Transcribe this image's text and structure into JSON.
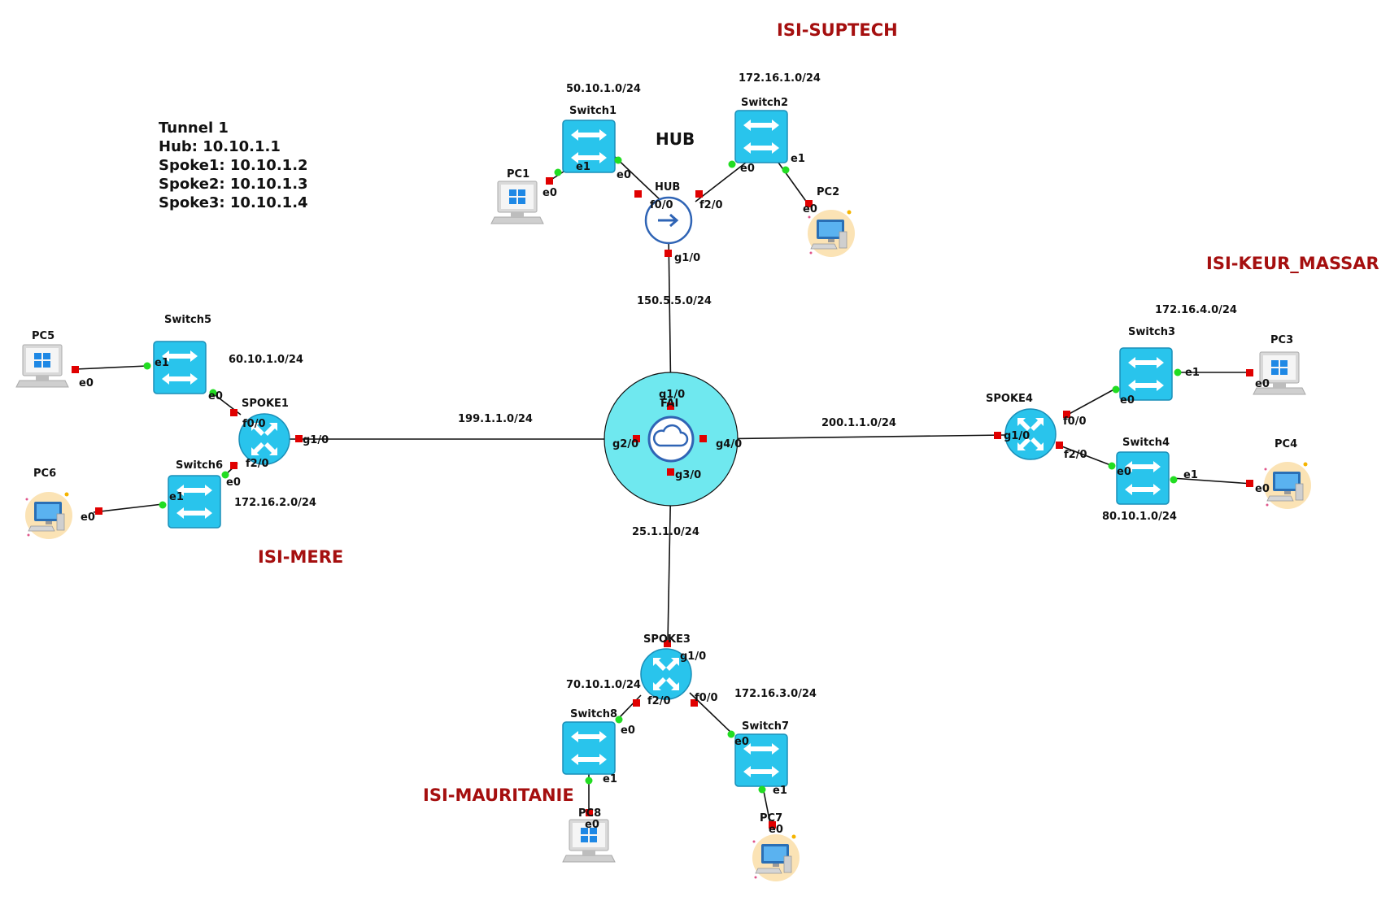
{
  "sites": {
    "suptech": "ISI-SUPTECH",
    "keur_massar": "ISI-KEUR_MASSAR",
    "mere": "ISI-MERE",
    "mauritanie": "ISI-MAURITANIE"
  },
  "hub_title": "HUB",
  "tunnel": {
    "title": "Tunnel 1",
    "hub": "Hub: 10.10.1.1",
    "spoke1": "Spoke1: 10.10.1.2",
    "spoke2": "Spoke2: 10.10.1.3",
    "spoke3": "Spoke3: 10.10.1.4"
  },
  "devices": {
    "hub": "HUB",
    "fai": "FAI",
    "spoke1": "SPOKE1",
    "spoke3": "SPOKE3",
    "spoke4": "SPOKE4",
    "switch1": "Switch1",
    "switch2": "Switch2",
    "switch3": "Switch3",
    "switch4": "Switch4",
    "switch5": "Switch5",
    "switch6": "Switch6",
    "switch7": "Switch7",
    "switch8": "Switch8",
    "pc1": "PC1",
    "pc2": "PC2",
    "pc3": "PC3",
    "pc4": "PC4",
    "pc5": "PC5",
    "pc6": "PC6",
    "pc7": "PC7",
    "pc8": "PC8"
  },
  "networks": {
    "n50": "50.10.1.0/24",
    "n172_1": "172.16.1.0/24",
    "n150": "150.5.5.0/24",
    "n172_4": "172.16.4.0/24",
    "n60": "60.10.1.0/24",
    "n199": "199.1.1.0/24",
    "n200": "200.1.1.0/24",
    "n172_2": "172.16.2.0/24",
    "n80": "80.10.1.0/24",
    "n25": "25.1.1.0/24",
    "n70": "70.10.1.0/24",
    "n172_3": "172.16.3.0/24"
  },
  "ports": {
    "pc1_e0": "e0",
    "sw1_e1": "e1",
    "sw1_e0": "e0",
    "hub_f00": "f0/0",
    "hub_f20": "f2/0",
    "hub_g10": "g1/0",
    "sw2_e0": "e0",
    "sw2_e1": "e1",
    "pc2_e0": "e0",
    "fai_g10": "g1/0",
    "fai_g20": "g2/0",
    "fai_g40": "g4/0",
    "fai_g30": "g3/0",
    "pc5_e0": "e0",
    "sw5_e1": "e1",
    "sw5_e0": "e0",
    "sp1_f00": "f0/0",
    "sp1_g10": "g1/0",
    "sp1_f20": "f2/0",
    "sw6_e0": "e0",
    "sw6_e1": "e1",
    "pc6_e0": "e0",
    "sp4_g10": "g1/0",
    "sp4_f00": "f0/0",
    "sp4_f20": "f2/0",
    "sw3_e0": "e0",
    "sw3_e1": "e1",
    "pc3_e0": "e0",
    "sw4_e0": "e0",
    "sw4_e1": "e1",
    "pc4_e0": "e0",
    "sp3_g10": "g1/0",
    "sp3_f20": "f2/0",
    "sp3_f00": "f0/0",
    "sw8_e0": "e0",
    "sw8_e1": "e1",
    "pc8_e0": "e0",
    "sw7_e0": "e0",
    "sw7_e1": "e1",
    "pc7_e0": "e0"
  },
  "colors": {
    "device_fill": "#29c4ec",
    "device_stroke": "#1a8fb8",
    "fai_ring": "#6fe8ef",
    "port_down": "#e00000",
    "port_up": "#22dd22",
    "site_label": "#a50f0f"
  },
  "icons": {
    "switch": "switch-icon",
    "router": "router-icon",
    "hub_router": "arrow-router-icon",
    "cloud": "cloud-icon",
    "windows_pc": "windows-pc-icon",
    "desktop_pc": "desktop-pc-icon"
  }
}
